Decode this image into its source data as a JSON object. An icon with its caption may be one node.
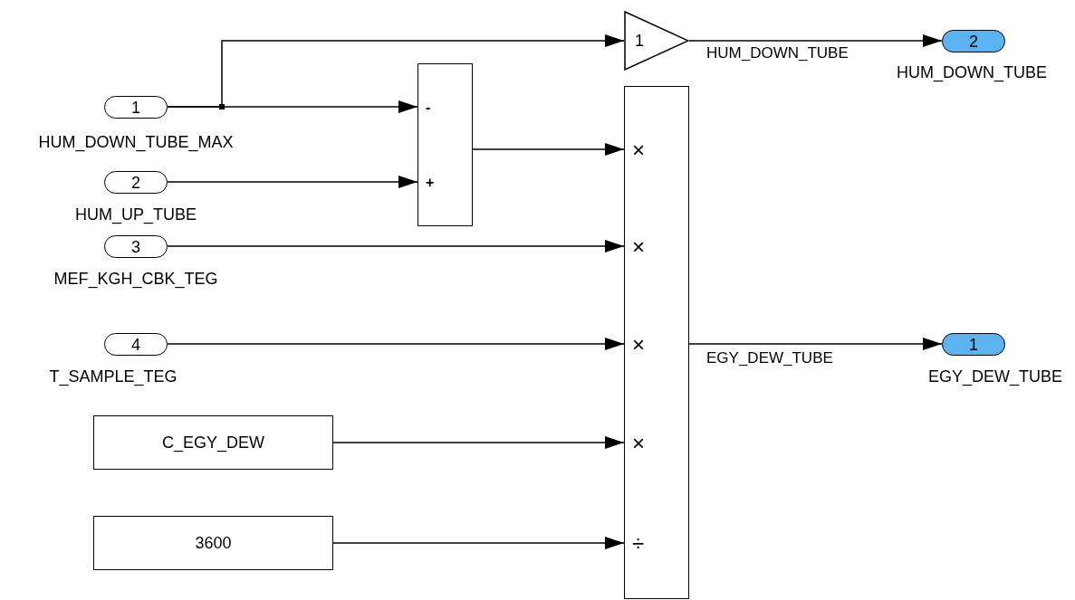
{
  "diagram": {
    "nodes": [
      {
        "text": [
          "1"
        ],
        "beside": [
          "HUM_DOWN_TUBE_MAX"
        ]
      },
      {
        "text": [
          "2"
        ],
        "beside": [
          "HUM_UP_TUBE"
        ]
      },
      {
        "text": [
          "3"
        ],
        "beside": [
          "MEF_KGH_CBK_TEG"
        ]
      },
      {
        "text": [
          "4"
        ],
        "beside": [
          "T_SAMPLE_TEG"
        ]
      },
      {
        "text": [
          "C_EGY_DEW"
        ]
      },
      {
        "text": [
          "3600"
        ]
      },
      {
        "text": [
          "-",
          "+"
        ]
      },
      {
        "text": [
          "1"
        ]
      },
      {
        "text": [
          "×",
          "×",
          "×",
          "×",
          "÷"
        ]
      },
      {
        "text": [
          "2"
        ],
        "beside": [
          "HUM_DOWN_TUBE"
        ]
      },
      {
        "text": [
          "1"
        ],
        "beside": [
          "EGY_DEW_TUBE"
        ]
      }
    ],
    "edges": [
      {
        "from": 0,
        "to": 6,
        "arrow": "to"
      },
      {
        "from": 0,
        "to": 7,
        "arrow": "to"
      },
      {
        "from": 1,
        "to": 6,
        "arrow": "to"
      },
      {
        "from": 6,
        "to": 8,
        "arrow": "to"
      },
      {
        "from": 2,
        "to": 8,
        "arrow": "to"
      },
      {
        "from": 3,
        "to": 8,
        "arrow": "to"
      },
      {
        "from": 4,
        "to": 8,
        "arrow": "to"
      },
      {
        "from": 5,
        "to": 8,
        "arrow": "to"
      },
      {
        "from": 7,
        "to": 9,
        "arrow": "to",
        "label": "HUM_DOWN_TUBE"
      },
      {
        "from": 8,
        "to": 10,
        "arrow": "to",
        "label": "EGY_DEW_TUBE"
      }
    ]
  }
}
